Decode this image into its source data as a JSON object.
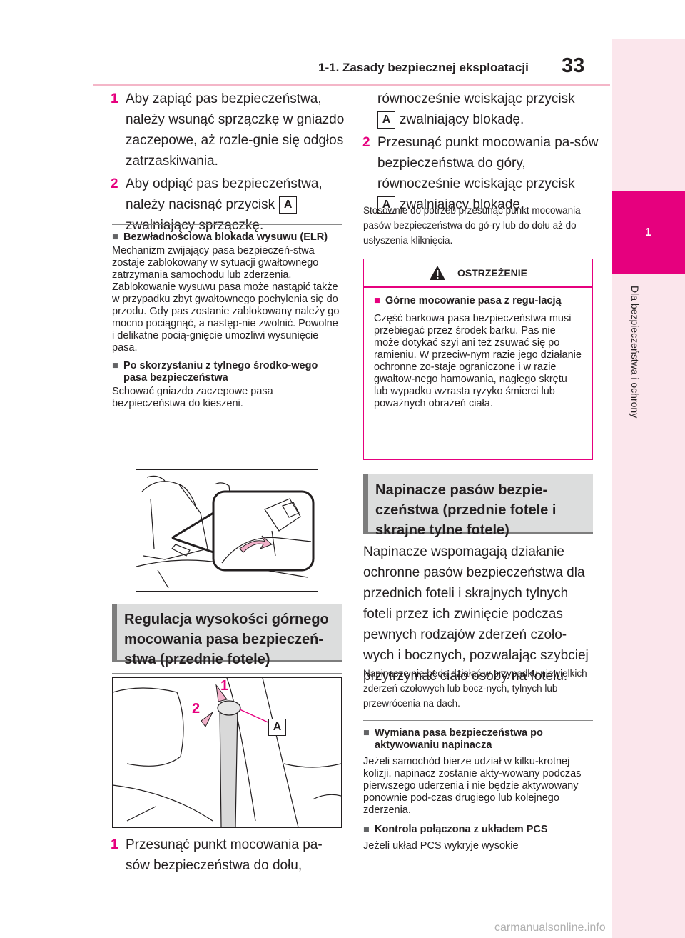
{
  "header": {
    "title": "1-1. Zasady bezpiecznej eksploatacji",
    "page_number": "33"
  },
  "side_tab": {
    "chapter": "1",
    "label": "Dla bezpieczeństwa i ochrony"
  },
  "left": {
    "steps_top": [
      {
        "num": "1",
        "text": "Aby zapiąć pas bezpieczeństwa, należy wsunąć sprzączkę w gniazdo zaczepowe, aż rozle-gnie się odgłos zatrzaskiwania."
      },
      {
        "num": "2",
        "text_before": "Aby odpiąć pas bezpieczeństwa, należy nacisnąć przycisk",
        "key": "A",
        "text_after": "zwalniający sprzączkę."
      }
    ],
    "elr": {
      "heading": "Bezwładnościowa blokada wysuwu (ELR)",
      "body": "Mechanizm zwijający pasa bezpieczeń-stwa zostaje zablokowany w sytuacji gwałtownego zatrzymania samochodu lub zderzenia. Zablokowanie wysuwu pasa może nastąpić także w przypadku zbyt gwałtownego pochylenia się do przodu. Gdy pas zostanie zablokowany należy go mocno pociągnąć, a następ-nie zwolnić. Powolne i delikatne pocią-gnięcie umożliwi wysunięcie pasa."
    },
    "rear": {
      "heading": "Po skorzystaniu z tylnego środko-wego pasa bezpieczeństwa",
      "body": "Schować gniazdo zaczepowe pasa bezpieczeństwa do kieszeni."
    },
    "section_heading": "Regulacja wysokości górnego mocowania pasa bezpieczeń-stwa (przednie fotele)",
    "fig2_labels": {
      "one": "1",
      "two": "2",
      "a": "A"
    },
    "step_bottom": {
      "num": "1",
      "text": "Przesunąć punkt mocowania pa-sów bezpieczeństwa do dołu,"
    }
  },
  "right": {
    "cont1": {
      "text_before": "równocześnie wciskając przycisk",
      "key": "A",
      "text_after": "zwalniający blokadę."
    },
    "step2": {
      "num": "2",
      "text_before": "Przesunąć punkt mocowania pa-sów bezpieczeństwa do góry, równocześnie wciskając przycisk",
      "key": "A",
      "text_after": "zwalniający blokadę."
    },
    "note": "Stosownie do potrzeb przesunąć punkt mocowania pasów bezpieczeństwa do gó-ry lub do dołu aż do usłyszenia kliknięcia.",
    "warning": {
      "title": "OSTRZEŻENIE",
      "heading": "Górne mocowanie pasa z regu-lacją",
      "body": "Część barkowa pasa bezpieczeństwa musi przebiegać przez środek barku. Pas nie może dotykać szyi ani też zsuwać się po ramieniu. W przeciw-nym razie jego działanie ochronne zo-staje ograniczone i w razie gwałtow-nego hamowania, nagłego skrętu lub wypadku wzrasta ryzyko śmierci lub poważnych obrażeń ciała."
    },
    "section_heading": "Napinacze pasów bezpie-czeństwa (przednie fotele i skrajne tylne fotele)",
    "intro": "Napinacze wspomagają działanie ochronne pasów bezpieczeństwa dla przednich foteli i skrajnych tylnych foteli przez ich zwinięcie podczas pewnych rodzajów zderzeń czoło-wych i bocznych, pozwalając szybciej przytrzymać ciało osoby na fotelu.",
    "small_note": "Napinacze nie będą działać w przypadku niewielkich zderzeń czołowych lub bocz-nych, tylnych lub przewrócenia na dach.",
    "replace": {
      "heading": "Wymiana pasa bezpieczeństwa po aktywowaniu napinacza",
      "body": "Jeżeli samochód bierze udział w kilku-krotnej kolizji, napinacz zostanie akty-wowany podczas pierwszego uderzenia i nie będzie aktywowany ponownie pod-czas drugiego lub kolejnego zderzenia."
    },
    "pcs": {
      "heading": "Kontrola połączona z układem PCS",
      "body": "Jeżeli układ PCS wykryje wysokie"
    }
  },
  "watermark": "carmanualsonline.info",
  "colors": {
    "accent": "#e6007e",
    "tab_bg": "#fbe6ec",
    "heading_bg": "#dcdddd"
  }
}
